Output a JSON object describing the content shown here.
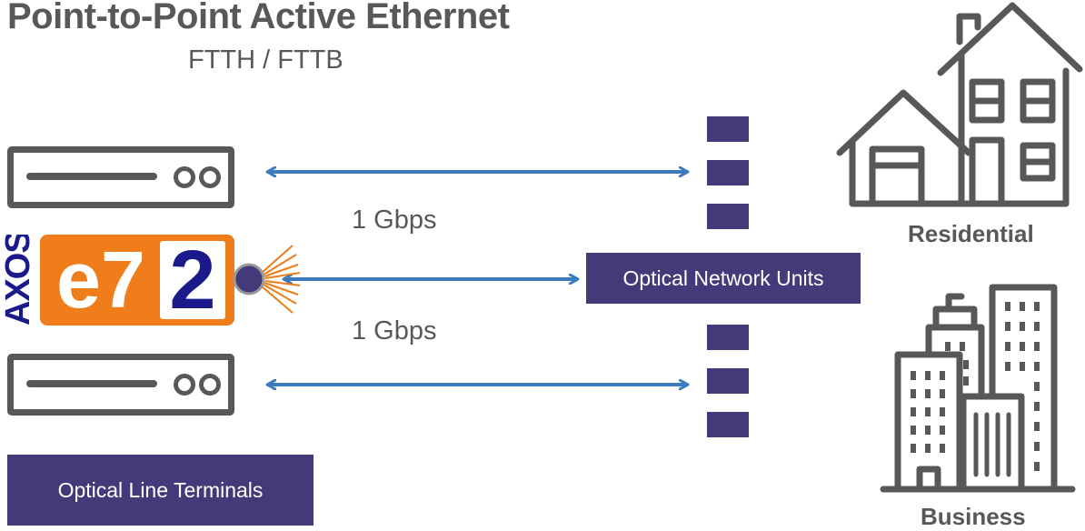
{
  "header": {
    "title": "Point-to-Point Active Ethernet",
    "subtitle": "FTTH / FTTB"
  },
  "links": {
    "speed_top": "1 Gbps",
    "speed_bottom": "1 Gbps"
  },
  "logo": {
    "brand_axos": "AXOS",
    "product_e7": "e7",
    "product_2": "2"
  },
  "labels": {
    "olt": "Optical Line Terminals",
    "onu": "Optical Network Units",
    "residential": "Residential",
    "business": "Business"
  },
  "colors": {
    "label_box": "#443a79",
    "arrow": "#3d7bbf",
    "icon_stroke": "#585858",
    "logo_orange": "#ee7d1a",
    "logo_blue": "#1a1a8a"
  }
}
